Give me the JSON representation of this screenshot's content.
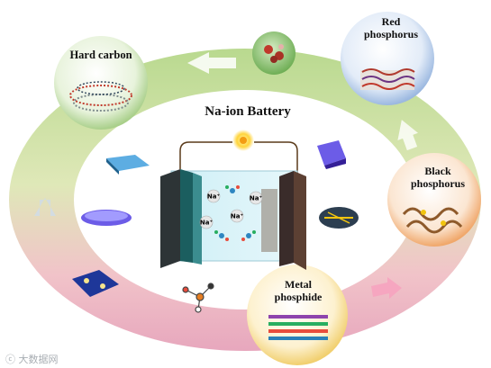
{
  "title": "Na-ion Battery",
  "materials": {
    "hard_carbon": "Hard carbon",
    "red_phosphorus": [
      "Red",
      "phosphorus"
    ],
    "black_phosphorus": [
      "Black",
      "phosphorus"
    ],
    "metal_phosphide": [
      "Metal",
      "phosphide"
    ]
  },
  "ions": [
    "Na⁺",
    "Na⁺",
    "Na⁺",
    "Na⁺"
  ],
  "watermark": "ⓒ 大数据网",
  "colors": {
    "ring_green": "#a8cf7a",
    "ring_pink": "#e9a0b6",
    "ring_peach": "#f6c89a",
    "arrow_green": "#8fbf72",
    "arrow_pink": "#e58cab",
    "arrow_blue": "#8fb0c8"
  }
}
